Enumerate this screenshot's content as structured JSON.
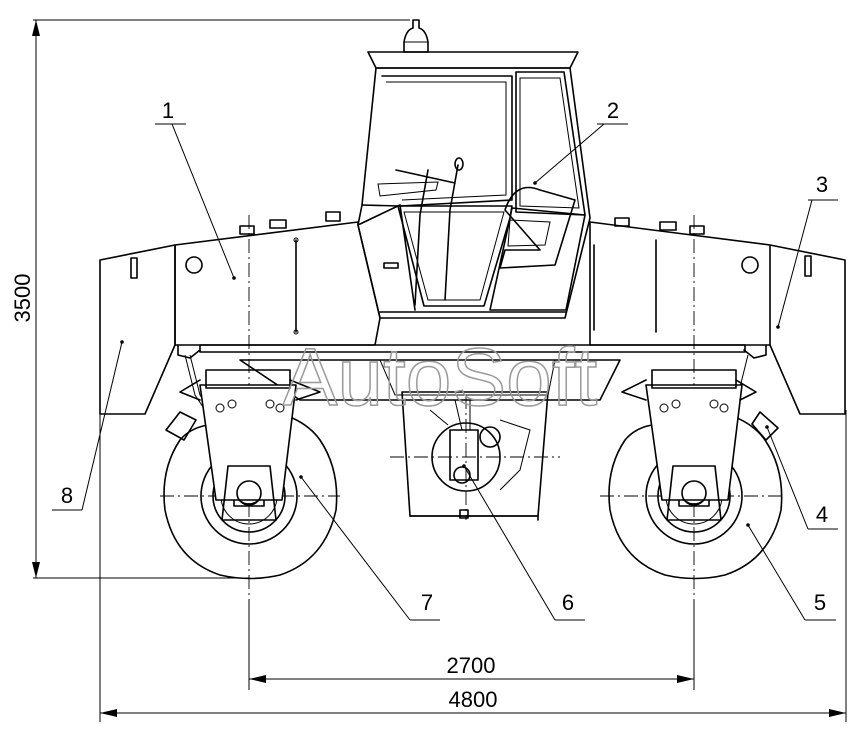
{
  "watermark": "AutoSoft",
  "dimensions": {
    "height": "3500",
    "track": "2700",
    "overall_width": "4800"
  },
  "callouts": [
    "1",
    "2",
    "3",
    "4",
    "5",
    "6",
    "7",
    "8"
  ]
}
